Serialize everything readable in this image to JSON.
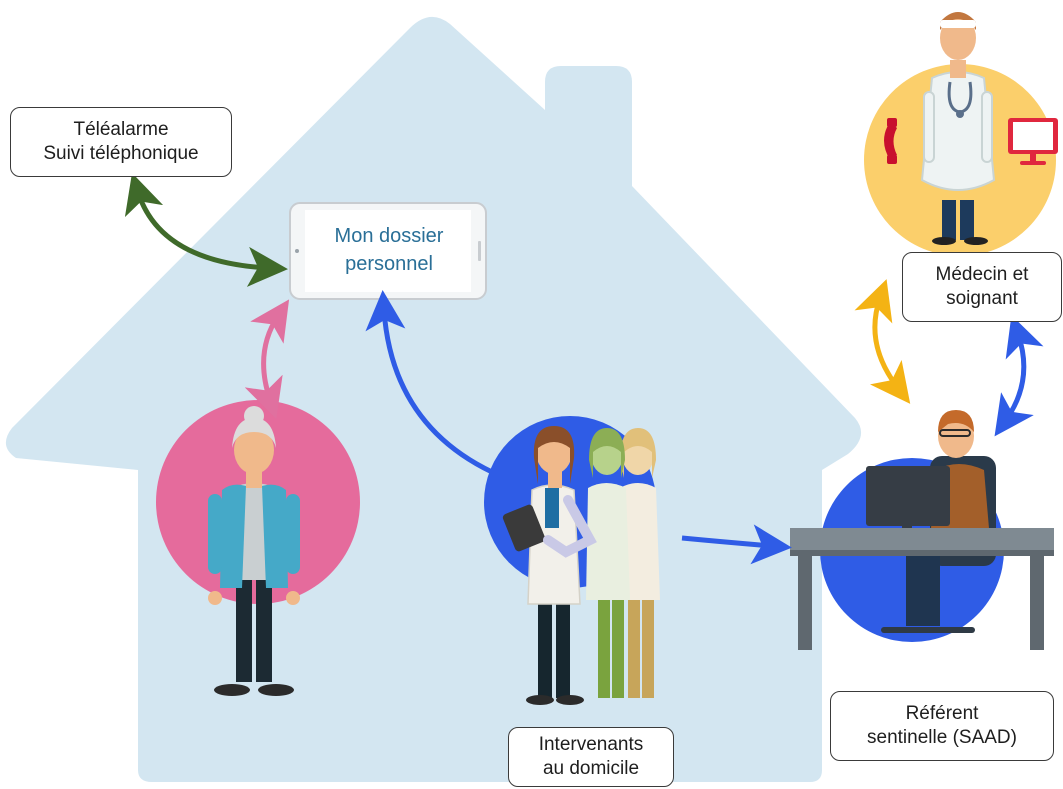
{
  "labels": {
    "telealarme": [
      "Téléalarme",
      "Suivi téléphonique"
    ],
    "dossier": [
      "Mon dossier",
      "personnel"
    ],
    "medecin": [
      "Médecin et",
      "soignant"
    ],
    "referent": [
      "Référent",
      "sentinelle (SAAD)"
    ],
    "intervenants": [
      "Intervenants",
      "au domicile"
    ]
  },
  "colors": {
    "house": "#d3e6f1",
    "elderly_circle": "#e56b9c",
    "caregivers_circle": "#2f5ce6",
    "referent_circle": "#2f5ce6",
    "doctor_circle": "#fbcf6b",
    "arrow_green": "#3f6a2a",
    "arrow_pink": "#e0709f",
    "arrow_blue": "#2f5ce6",
    "arrow_orange": "#f4b314",
    "tablet_text": "#2a6f97"
  },
  "icons": [
    "house-shape",
    "tablet-icon",
    "elderly-woman-icon",
    "caregivers-group-icon",
    "doctor-icon",
    "phone-icon",
    "monitor-icon",
    "referent-desk-icon"
  ]
}
